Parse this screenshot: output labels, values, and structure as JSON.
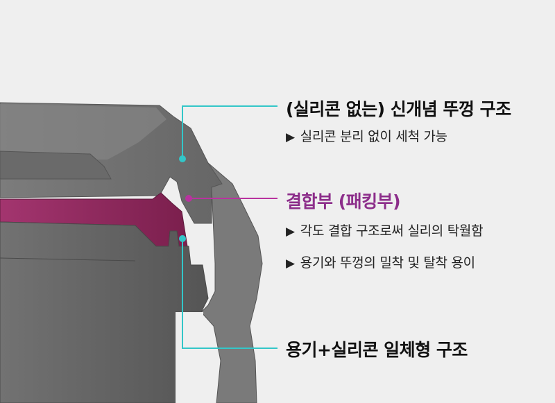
{
  "colors": {
    "background": "#efefef",
    "leader_cyan": "#33c6c8",
    "leader_magenta": "#b8339f",
    "packing": "#9c2c66",
    "heading_accent": "#8c2d8a"
  },
  "callouts": [
    {
      "title": "(실리콘 없는) 신개념 뚜껑 구조",
      "bullets": [
        "실리콘 분리 없이 세척 가능"
      ]
    },
    {
      "title": "결합부 (패킹부)",
      "bullets": [
        "각도 결합 구조로써 실리의 탁월함",
        "용기와 뚜껑의 밀착 및 탈착 용이"
      ]
    },
    {
      "title": "용기+실리콘 일체형 구조",
      "bullets": []
    }
  ],
  "bullet_icon": "triangle-right-icon"
}
